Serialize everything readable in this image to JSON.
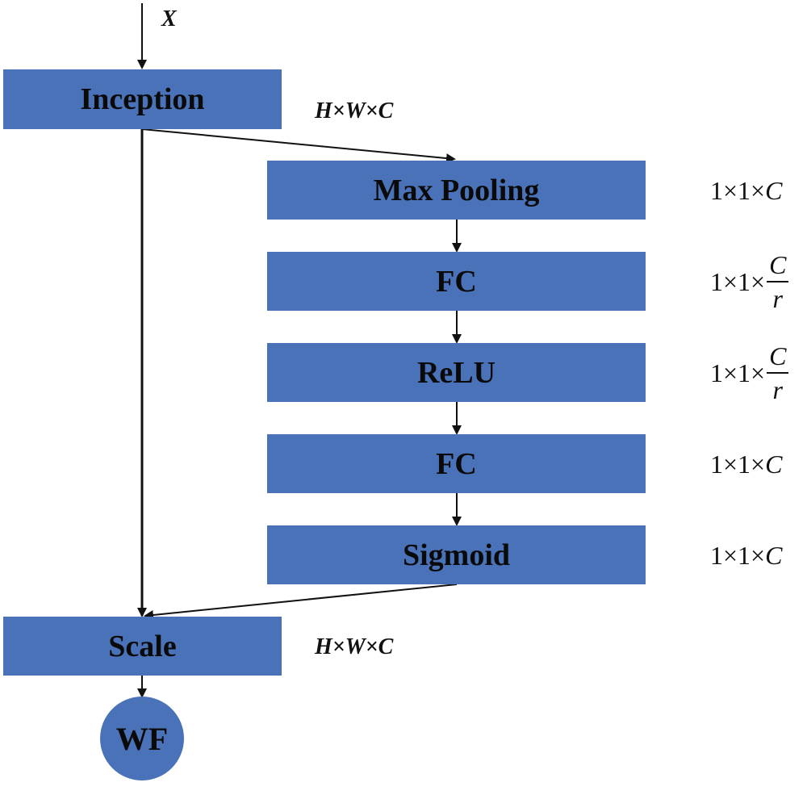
{
  "input_label": "X",
  "blocks": {
    "inception": "Inception",
    "max_pooling": "Max Pooling",
    "fc1": "FC",
    "relu": "ReLU",
    "fc2": "FC",
    "sigmoid": "Sigmoid",
    "scale": "Scale"
  },
  "output_label": "WF",
  "side_labels": {
    "inception_dims": "H×W×C",
    "scale_dims": "H×W×C"
  },
  "dims": {
    "prefix": "1×1×",
    "max_pooling_var": "C",
    "fc1_num": "C",
    "fc1_den": "r",
    "relu_num": "C",
    "relu_den": "r",
    "fc2_var": "C",
    "sigmoid_var": "C"
  },
  "colors": {
    "block_fill": "#4a72b8",
    "arrow": "#111111"
  }
}
